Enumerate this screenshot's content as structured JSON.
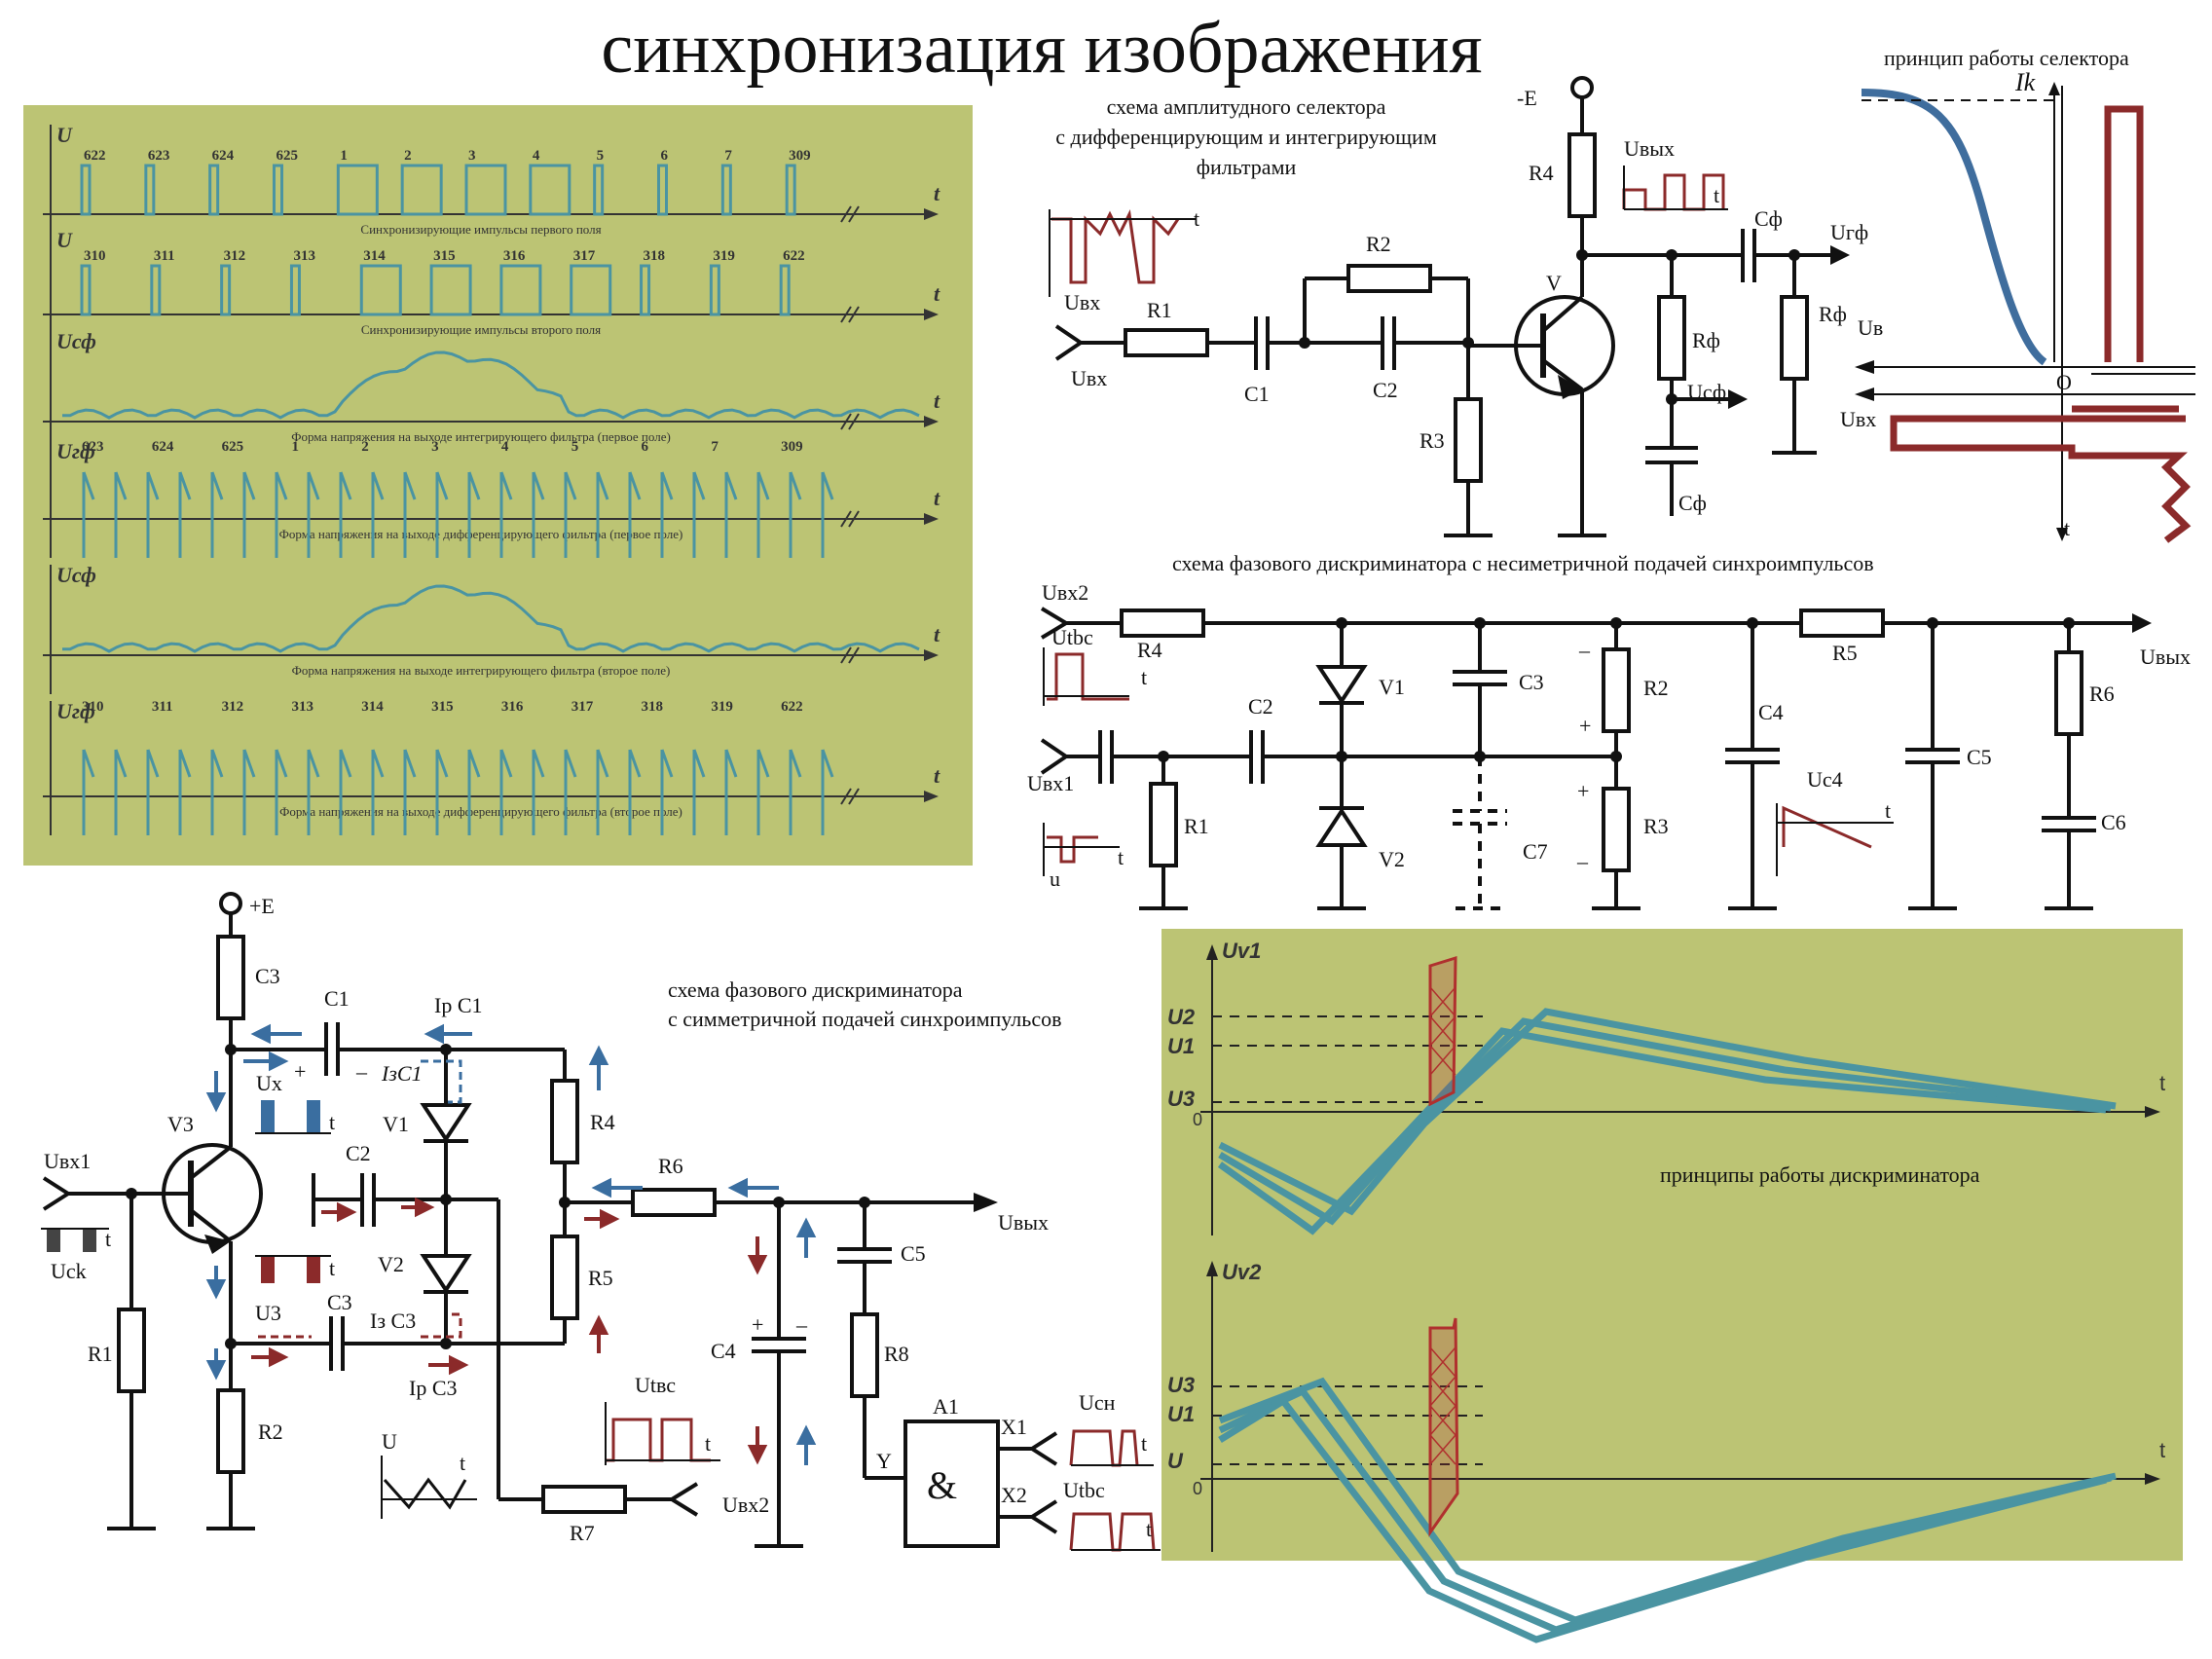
{
  "title": "синхронизация изображения",
  "panel_top_left": {
    "rows": [
      {
        "axis": "U",
        "pulse_labels": [
          "622",
          "623",
          "624",
          "625",
          "1",
          "2",
          "3",
          "4",
          "5",
          "6",
          "7",
          "309"
        ],
        "caption": "Синхронизирующие импульсы первого поля"
      },
      {
        "axis": "U",
        "pulse_labels": [
          "310",
          "311",
          "312",
          "313",
          "314",
          "315",
          "316",
          "317",
          "318",
          "319",
          "622"
        ],
        "caption": "Синхронизирующие импульсы второго поля"
      },
      {
        "axis": "Uсф",
        "pulse_labels": [],
        "caption": "Форма напряжения на выходе интегрирующего фильтра (первое поле)"
      },
      {
        "axis": "Uгф",
        "pulse_labels": [
          "623",
          "624",
          "625",
          "1",
          "2",
          "3",
          "4",
          "5",
          "6",
          "7",
          "309"
        ],
        "caption": "Форма напряжения на выходе дифференцирующего фильтра (первое поле)"
      },
      {
        "axis": "Uсф",
        "pulse_labels": [],
        "caption": "Форма напряжения на выходе интегрирующего фильтра (второе поле)"
      },
      {
        "axis": "Uгф",
        "pulse_labels": [
          "310",
          "311",
          "312",
          "313",
          "314",
          "315",
          "316",
          "317",
          "318",
          "319",
          "622"
        ],
        "caption": "Форма напряжения на выходе дифференцирующего фильтра (второе поле)"
      }
    ],
    "t": "t"
  },
  "amp_selector": {
    "caption_lines": [
      "схема амплитудного селектора",
      "с дифференцирующим и интегрирующим",
      "фильтрами"
    ],
    "labels": {
      "E": "-E",
      "R4": "R4",
      "Uout": "Uвых",
      "t1": "t",
      "Cf1": "Сф",
      "Urf": "Uгф",
      "R2": "R2",
      "V": "V",
      "R1": "R1",
      "C1": "C1",
      "C2": "C2",
      "Rf1": "Rф",
      "Rf2": "Rф",
      "Ucf": "Uсф",
      "R3": "R3",
      "Cf2": "Сф",
      "Uin1": "Uвх",
      "Uin2": "Uвх",
      "t2": "t"
    }
  },
  "selector_principle": {
    "caption": "принцип работы селектора",
    "labels": {
      "Ik": "Ik",
      "Uv": "Uв",
      "O": "O",
      "Uin": "Uвх",
      "t": "t"
    }
  },
  "phase_asym": {
    "caption": "схема фазового дискриминатора с несиметричной подачей синхроимпульсов",
    "labels": {
      "Uin2": "Uвх2",
      "Utbc": "Utbc",
      "t1": "t",
      "R4": "R4",
      "C2": "C2",
      "V1": "V1",
      "C3": "C3",
      "R2": "R2",
      "minus1": "–",
      "plus1": "+",
      "C4": "C4",
      "R5": "R5",
      "R6": "R6",
      "Uout": "Uвых",
      "Uin1": "Uвх1",
      "C5": "C5",
      "Uc4": "Uc4",
      "t2": "t",
      "C6": "C6",
      "R1": "R1",
      "V2": "V2",
      "C7": "C7",
      "plus2": "+",
      "minus2": "–",
      "R3": "R3",
      "u": "u",
      "t3": "t"
    }
  },
  "phase_sym": {
    "caption_lines": [
      "схема фазового дискриминатора",
      "с симметричной подачей синхроимпульсов"
    ],
    "labels": {
      "E": "+E",
      "C3top": "C3",
      "C1": "C1",
      "IpC1": "Iр C1",
      "Ux": "Uх",
      "plus": "+",
      "minus": "–",
      "t1": "t",
      "IzC1": "IзC1",
      "V3": "V3",
      "V1": "V1",
      "R4": "R4",
      "C2": "C2",
      "Uin1": "Uвх1",
      "R6": "R6",
      "Uout": "Uвых",
      "t2": "t",
      "Uck": "Uck",
      "V2": "V2",
      "C5": "C5",
      "t3": "t",
      "R5": "R5",
      "U3": "U3",
      "C3b": "C3",
      "IzC3": "Iз C3",
      "C4": "C4",
      "plus2": "+",
      "minus2": "–",
      "R1": "R1",
      "IpC3": "Iр C3",
      "R8": "R8",
      "Utbc": "Utвс",
      "A1": "A1",
      "Ucn": "Uсн",
      "R2": "R2",
      "X1": "X1",
      "Y": "Y",
      "U": "U",
      "t4": "t",
      "t5": "t",
      "t6": "t",
      "R7": "R7",
      "Uin2": "Uвх2",
      "X2": "X2",
      "Utbc2": "Utbc",
      "t7": "t",
      "and": "&"
    }
  },
  "discriminator_principle": {
    "caption": "принципы работы дискриминатора",
    "upper": {
      "axis": "Uv1",
      "ticks": [
        "U2",
        "U1",
        "U3",
        "0"
      ],
      "t": "t"
    },
    "lower": {
      "axis": "Uv2",
      "ticks": [
        "U3",
        "U1",
        "U",
        "0"
      ],
      "t": "t"
    }
  },
  "colors": {
    "panel": "#bcc474",
    "teal": "#4a94a2",
    "red": "#b0302e",
    "blue": "#3a6ea0",
    "dark_red": "#7a2a2a"
  }
}
